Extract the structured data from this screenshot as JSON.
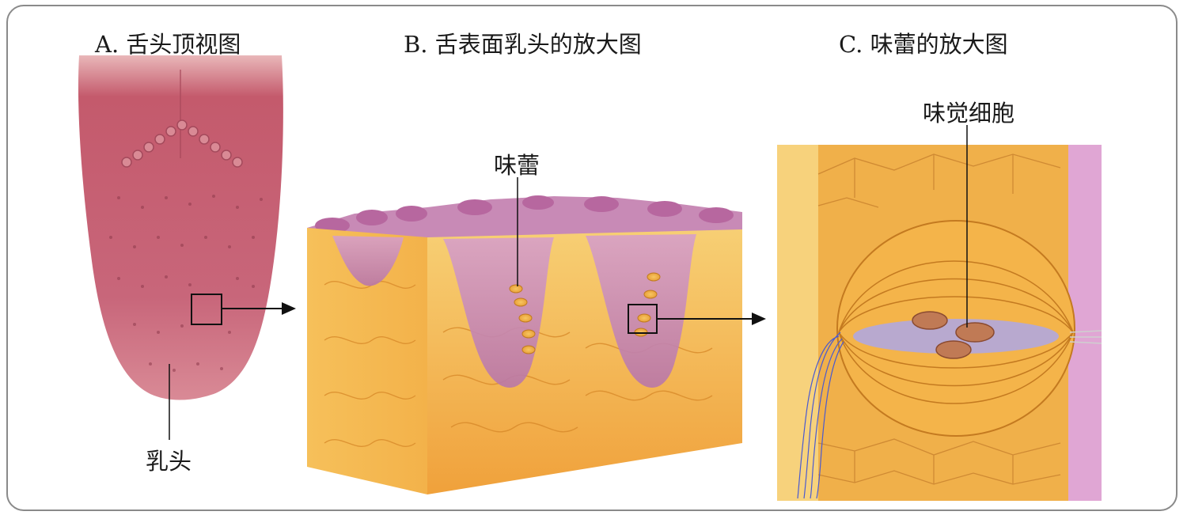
{
  "panels": {
    "a": {
      "title": "A. 舌头顶视图",
      "label_papilla": "乳头"
    },
    "b": {
      "title": "B. 舌表面乳头的放大图",
      "label_taste_bud": "味蕾"
    },
    "c": {
      "title": "C. 味蕾的放大图",
      "label_taste_cell": "味觉细胞"
    }
  },
  "colors": {
    "tongue": "#c85a6e",
    "tissue": "#f2b144",
    "mucosa": "#c98ab8",
    "nerve": "#5a5ad8"
  }
}
